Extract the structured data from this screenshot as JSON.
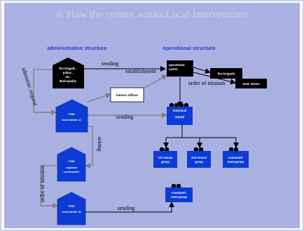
{
  "slide": {
    "title": "6. How the system works:Local Interventions",
    "colors": {
      "background": "#a9b1e3",
      "title_text": "#c9d0ee",
      "heading_text": "#3434cc",
      "thw_blue": "#0d3bd6",
      "arrow": "#7f7f7f"
    }
  },
  "headings": {
    "admin": "administrative structure",
    "operational": "operational structure"
  },
  "boxes": {
    "fire_brigade_police": {
      "line1": "fire brigade ,",
      "line2": "police ,",
      "line3": "etc.",
      "line4": "Municipality"
    },
    "operational_centre": {
      "line1": "operational",
      "line2": "centre"
    },
    "fire_brigade": "fire brigade",
    "med_ngos": "med. NGOs",
    "liaison_officer": "liaison officer",
    "thw_local_a": {
      "line1": "THW",
      "line2": "local admin. A"
    },
    "thw_regional": {
      "line1": "THW",
      "line2": "regional",
      "line3": "commander"
    },
    "thw_local_b": {
      "line1": "THW",
      "line2": "local admin. B"
    },
    "technical_squad": {
      "line1": "technical",
      "line2": "squad"
    },
    "rescue1": {
      "line1": "1st rescue",
      "line2": "group"
    },
    "rescue2": {
      "line1": "2nd rescue",
      "line2": "group"
    },
    "command_group_top": {
      "line1": "command-",
      "line2": "ment group"
    },
    "command_group_bottom": {
      "line1": "command-",
      "line2": "ment group"
    }
  },
  "labels": {
    "sending_top": "sending",
    "establishment": "establishment",
    "admin_request": "administr. request",
    "order_of_mission_right": "order of mission",
    "sending_mid": "sending",
    "asking": "asking",
    "order_of_mission_left": "order of mission",
    "sending_bottom": "sending"
  }
}
